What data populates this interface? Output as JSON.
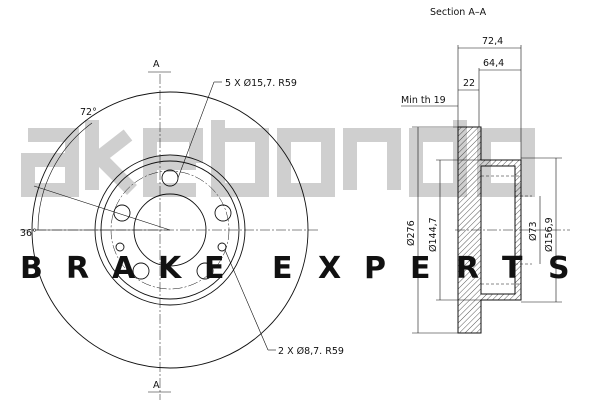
{
  "section_title": "Section A–A",
  "section_marker": "A",
  "watermark": {
    "brand": "AKEBONO",
    "tagline": [
      "B",
      "R",
      "A",
      "K",
      "E",
      "E",
      "X",
      "P",
      "E",
      "R",
      "T",
      "S"
    ]
  },
  "front_view": {
    "callout_bolt_holes": "5 X Ø15,7. R59",
    "callout_small_holes": "2 X Ø8,7. R59",
    "angle_72": "72°",
    "angle_36": "36°"
  },
  "section_view": {
    "dim_overall_width": "72,4",
    "dim_hat_width": "64,4",
    "dim_thickness": "22",
    "min_thickness": "Min th 19",
    "dia_outer": "Ø276",
    "dia_hat_outer": "Ø144,7",
    "dia_center_bore": "Ø73",
    "dia_hat_inner": "Ø156,9"
  }
}
